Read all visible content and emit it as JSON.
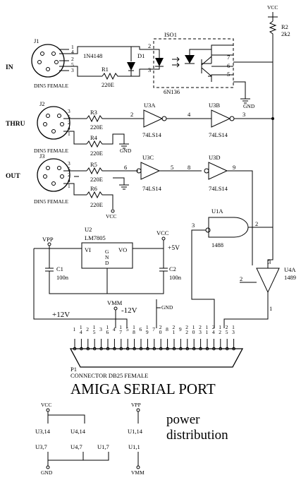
{
  "title": "AMIGA SERIAL PORT",
  "power_title_1": "power",
  "power_title_2": "distribution",
  "ports": {
    "in": "IN",
    "thru": "THRU",
    "out": "OUT"
  },
  "connectors": {
    "j1": "J1",
    "j2": "J2",
    "j3": "J3",
    "din": "DIN5 FEMALE",
    "p1": "P1",
    "p1_desc": "CONNECTOR DB25 FEMALE"
  },
  "parts": {
    "diode": "1N4148",
    "d1": "D1",
    "r1": "R1",
    "r1v": "220E",
    "r2": "R2",
    "r2v": "2k2",
    "r3": "R3",
    "r3v": "220E",
    "r4": "R4",
    "r4v": "220E",
    "r5": "R5",
    "r5v": "220E",
    "r6": "R6",
    "r6v": "220E",
    "iso": "ISO1",
    "isop": "6N136",
    "u2": "U2",
    "u2p": "LM7805",
    "vi": "VI",
    "vo": "VO",
    "g": "G",
    "n": "N",
    "d": "D",
    "c1": "C1",
    "c1v": "100n",
    "c2": "C2",
    "c2v": "100n",
    "u3a": "U3A",
    "u3b": "U3B",
    "u3c": "U3C",
    "u3d": "U3D",
    "ls14": "74LS14",
    "u1a": "U1A",
    "u1p": "1488",
    "u4a": "U4A",
    "u4p": "1489"
  },
  "nets": {
    "vcc": "VCC",
    "vpp": "VPP",
    "vmm": "VMM",
    "gnd": "GND",
    "p5v": "+5V",
    "p12v": "+12V",
    "m12v": "-12V"
  },
  "pins": {
    "p1": "1",
    "p2": "2",
    "p3": "3",
    "p4": "4",
    "p5": "5",
    "p6": "6",
    "p7": "7",
    "p8": "8",
    "p9": "9"
  },
  "db25_pins": [
    "1",
    "1\n4",
    "2",
    "1\n5",
    "3",
    "1\n6",
    "4",
    "1\n7",
    "5",
    "1\n8",
    "6",
    "1\n9",
    "7",
    "2\n0",
    "8",
    "2\n1",
    "9",
    "2\n2",
    "1\n0",
    "2\n3",
    "1\n1",
    "2\n4",
    "1\n2",
    "2\n5",
    "1\n3"
  ],
  "power_labels": {
    "u3_14": "U3,14",
    "u4_14": "U4,14",
    "u3_7": "U3,7",
    "u4_7": "U4,7",
    "u1_7": "U1,7",
    "u1_14": "U1,14",
    "u1_1": "U1,1"
  }
}
